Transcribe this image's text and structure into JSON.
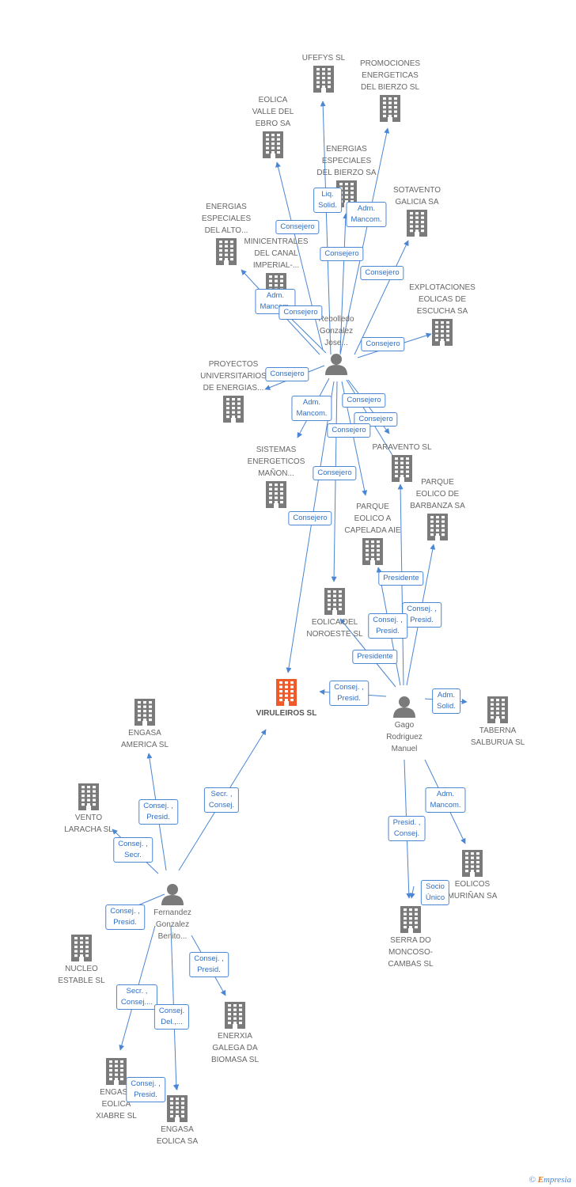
{
  "colors": {
    "edge": "#4a86d4",
    "building": "#7a7a7a",
    "focus_building": "#f05a28",
    "person": "#7a7a7a",
    "label_border": "#4a86d4",
    "label_text": "#2f6fc4"
  },
  "nodes": [
    {
      "id": "ufefys",
      "type": "company",
      "label": "UFEFYS SL",
      "label_pos": "top"
    },
    {
      "id": "promociones",
      "type": "company",
      "label": "PROMOCIONES\nENERGETICAS\nDEL BIERZO SL",
      "label_pos": "top"
    },
    {
      "id": "eolica_valle",
      "type": "company",
      "label": "EOLICA\nVALLE DEL\nEBRO SA",
      "label_pos": "top"
    },
    {
      "id": "energias_bierzo",
      "type": "company",
      "label": "ENERGIAS\nESPECIALES\nDEL BIERZO SA",
      "label_pos": "top"
    },
    {
      "id": "sotavento",
      "type": "company",
      "label": "SOTAVENTO\nGALICIA SA",
      "label_pos": "top"
    },
    {
      "id": "energias_alto",
      "type": "company",
      "label": "ENERGIAS\nESPECIALES\nDEL ALTO...",
      "label_pos": "top"
    },
    {
      "id": "minicentrales",
      "type": "company",
      "label": "MINICENTRALES\nDEL CANAL\nIMPERIAL-...",
      "label_pos": "top"
    },
    {
      "id": "explotaciones",
      "type": "company",
      "label": "EXPLOTACIONES\nEOLICAS DE\nESCUCHA SA",
      "label_pos": "top"
    },
    {
      "id": "proyectos",
      "type": "company",
      "label": "PROYECTOS\nUNIVERSITARIOS\nDE ENERGIAS...",
      "label_pos": "top"
    },
    {
      "id": "sistemas",
      "type": "company",
      "label": "SISTEMAS\nENERGETICOS\nMAÑON...",
      "label_pos": "top"
    },
    {
      "id": "paravento",
      "type": "company",
      "label": "PARAVENTO SL",
      "label_pos": "top"
    },
    {
      "id": "barbanza",
      "type": "company",
      "label": "PARQUE\nEOLICO DE\nBARBANZA SA",
      "label_pos": "top"
    },
    {
      "id": "capelada",
      "type": "company",
      "label": "PARQUE\nEOLICO A\nCAPELADA AIE",
      "label_pos": "top"
    },
    {
      "id": "eolica_noroeste",
      "type": "company",
      "label": "EOLICA DEL\nNOROESTE SL",
      "label_pos": "bottom"
    },
    {
      "id": "viruleiros",
      "type": "focus",
      "label": "VIRULEIROS SL",
      "label_pos": "bottom"
    },
    {
      "id": "engasa_america",
      "type": "company",
      "label": "ENGASA\nAMERICA  SL",
      "label_pos": "bottom"
    },
    {
      "id": "taberna",
      "type": "company",
      "label": "TABERNA\nSALBURUA  SL",
      "label_pos": "bottom"
    },
    {
      "id": "vento_laracha",
      "type": "company",
      "label": "VENTO\nLARACHA SL",
      "label_pos": "bottom"
    },
    {
      "id": "eolicos_murinan",
      "type": "company",
      "label": "EOLICOS\nMURIÑAN SA",
      "label_pos": "bottom"
    },
    {
      "id": "serra_moncoso",
      "type": "company",
      "label": "SERRA DO\nMONCOSO-\nCAMBAS SL",
      "label_pos": "bottom"
    },
    {
      "id": "nucleo",
      "type": "company",
      "label": "NUCLEO\nESTABLE SL",
      "label_pos": "bottom"
    },
    {
      "id": "enerxia",
      "type": "company",
      "label": "ENERXIA\nGALEGA DA\nBIOMASA SL",
      "label_pos": "bottom"
    },
    {
      "id": "engasa_xiabre",
      "type": "company",
      "label": "ENGASA\nEOLICA\nXIABRE SL",
      "label_pos": "bottom"
    },
    {
      "id": "engasa_eolica",
      "type": "company",
      "label": "ENGASA\nEOLICA SA",
      "label_pos": "bottom"
    },
    {
      "id": "rebolledo",
      "type": "person",
      "label": "Rebolledo\nGonzalez\nJose...",
      "label_pos": "top"
    },
    {
      "id": "gago",
      "type": "person",
      "label": "Gago\nRodriguez\nManuel",
      "label_pos": "bottom"
    },
    {
      "id": "fernandez",
      "type": "person",
      "label": "Fernandez\nGonzalez\nBenito...",
      "label_pos": "bottom"
    }
  ],
  "edges": [
    {
      "from": "rebolledo",
      "to": "ufefys",
      "label": "Liq.\nSolid."
    },
    {
      "from": "rebolledo",
      "to": "promociones",
      "label": "Adm.\nMancom."
    },
    {
      "from": "rebolledo",
      "to": "eolica_valle",
      "label": "Consejero"
    },
    {
      "from": "rebolledo",
      "to": "energias_bierzo",
      "label": "Consejero"
    },
    {
      "from": "rebolledo",
      "to": "sotavento",
      "label": "Consejero"
    },
    {
      "from": "rebolledo",
      "to": "energias_alto",
      "label": "Adm.\nMancom."
    },
    {
      "from": "rebolledo",
      "to": "minicentrales",
      "label": "Consejero"
    },
    {
      "from": "rebolledo",
      "to": "explotaciones",
      "label": "Consejero"
    },
    {
      "from": "rebolledo",
      "to": "proyectos",
      "label": "Consejero"
    },
    {
      "from": "rebolledo",
      "to": "sistemas",
      "label": "Adm.\nMancom."
    },
    {
      "from": "rebolledo",
      "to": "paravento",
      "label": "Consejero"
    },
    {
      "from": "rebolledo",
      "to": "barbanza",
      "label": "Consejero"
    },
    {
      "from": "rebolledo",
      "to": "capelada",
      "label": "Consejero"
    },
    {
      "from": "rebolledo",
      "to": "eolica_noroeste",
      "label": "Consejero"
    },
    {
      "from": "rebolledo",
      "to": "viruleiros",
      "label": "Consejero"
    },
    {
      "from": "gago",
      "to": "paravento",
      "label": "Presidente"
    },
    {
      "from": "gago",
      "to": "barbanza",
      "label": "Consej. ,\nPresid."
    },
    {
      "from": "gago",
      "to": "capelada",
      "label": "Consej. ,\nPresid."
    },
    {
      "from": "gago",
      "to": "eolica_noroeste",
      "label": "Presidente"
    },
    {
      "from": "gago",
      "to": "viruleiros",
      "label": "Consej. ,\nPresid."
    },
    {
      "from": "gago",
      "to": "taberna",
      "label": "Adm.\nSolid."
    },
    {
      "from": "gago",
      "to": "eolicos_murinan",
      "label": "Adm.\nMancom."
    },
    {
      "from": "gago",
      "to": "serra_moncoso",
      "label": "Presid. ,\nConsej."
    },
    {
      "from": "gago",
      "to": "serra_moncoso",
      "label": "Socio\nÚnico"
    },
    {
      "from": "fernandez",
      "to": "viruleiros",
      "label": "Secr. ,\nConsej."
    },
    {
      "from": "fernandez",
      "to": "engasa_america",
      "label": "Consej. ,\nPresid."
    },
    {
      "from": "fernandez",
      "to": "vento_laracha",
      "label": "Consej. ,\nSecr."
    },
    {
      "from": "fernandez",
      "to": "nucleo",
      "label": "Consej. ,\nPresid."
    },
    {
      "from": "fernandez",
      "to": "enerxia",
      "label": "Consej. ,\nPresid."
    },
    {
      "from": "fernandez",
      "to": "engasa_xiabre",
      "label": "Secr. ,\nConsej...."
    },
    {
      "from": "fernandez",
      "to": "engasa_eolica",
      "label": "Consej.\nDel.,..."
    },
    {
      "from": "fernandez",
      "to": "engasa_eolica",
      "label": "Consej. ,\nPresid."
    }
  ],
  "footer": {
    "copyright": "©",
    "brand_first": "E",
    "brand_rest": "mpresia"
  }
}
